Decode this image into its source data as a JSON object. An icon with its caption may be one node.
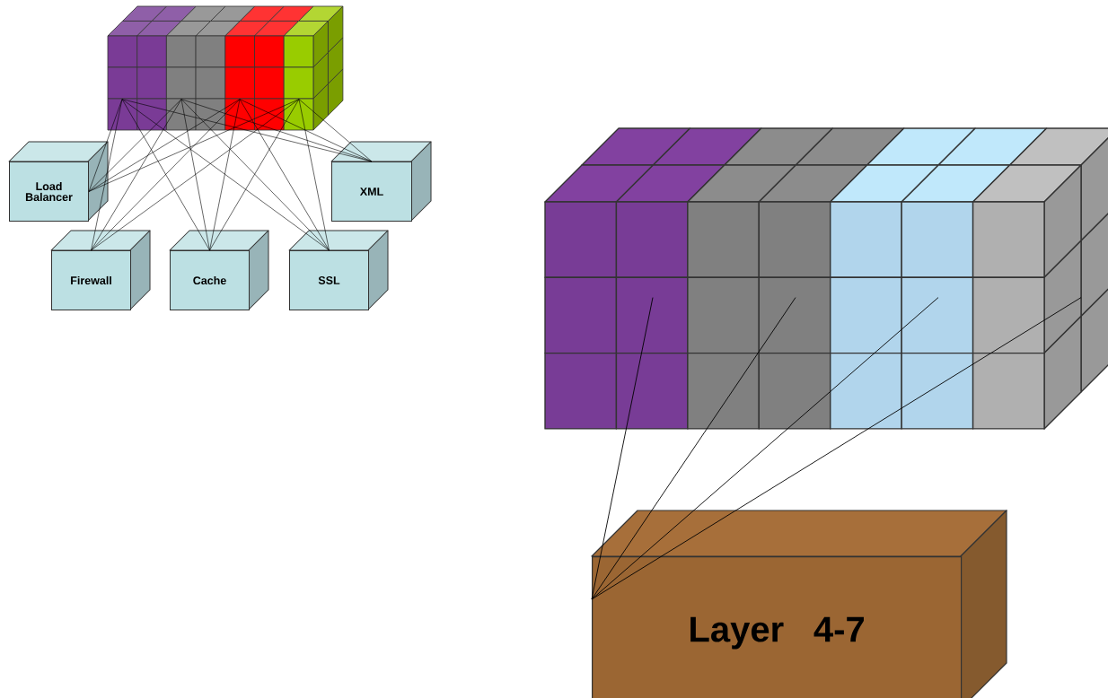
{
  "diagram": {
    "nodes": [
      {
        "text": [],
        "shape": "box"
      },
      {
        "text": [
          "Load Balancer"
        ]
      },
      {
        "text": [
          "XML"
        ]
      },
      {
        "text": [
          "Firewall"
        ]
      },
      {
        "text": [
          "Cache"
        ]
      },
      {
        "text": [
          "SSL"
        ]
      },
      {
        "text": [],
        "shape": "box"
      },
      {
        "text": [
          "Layer 4-7"
        ]
      }
    ],
    "edges": [
      {
        "from": 0,
        "to": 1,
        "arrow": "none"
      },
      {
        "from": 0,
        "to": 2,
        "arrow": "none"
      },
      {
        "from": 0,
        "to": 3,
        "arrow": "none"
      },
      {
        "from": 0,
        "to": 4,
        "arrow": "none"
      },
      {
        "from": 0,
        "to": 5,
        "arrow": "none"
      },
      {
        "from": 0,
        "to": 1,
        "arrow": "none"
      },
      {
        "from": 0,
        "to": 2,
        "arrow": "none"
      },
      {
        "from": 0,
        "to": 3,
        "arrow": "none"
      },
      {
        "from": 0,
        "to": 4,
        "arrow": "none"
      },
      {
        "from": 0,
        "to": 5,
        "arrow": "none"
      },
      {
        "from": 0,
        "to": 1,
        "arrow": "none"
      },
      {
        "from": 0,
        "to": 2,
        "arrow": "none"
      },
      {
        "from": 0,
        "to": 3,
        "arrow": "none"
      },
      {
        "from": 0,
        "to": 4,
        "arrow": "none"
      },
      {
        "from": 0,
        "to": 5,
        "arrow": "none"
      },
      {
        "from": 0,
        "to": 1,
        "arrow": "none"
      },
      {
        "from": 0,
        "to": 2,
        "arrow": "none"
      },
      {
        "from": 0,
        "to": 3,
        "arrow": "none"
      },
      {
        "from": 0,
        "to": 4,
        "arrow": "none"
      },
      {
        "from": 0,
        "to": 5,
        "arrow": "none"
      },
      {
        "from": 6,
        "to": 7,
        "arrow": "none"
      },
      {
        "from": 6,
        "to": 7,
        "arrow": "none"
      },
      {
        "from": 6,
        "to": 7,
        "arrow": "none"
      },
      {
        "from": 6,
        "to": 7,
        "arrow": "none"
      }
    ]
  }
}
